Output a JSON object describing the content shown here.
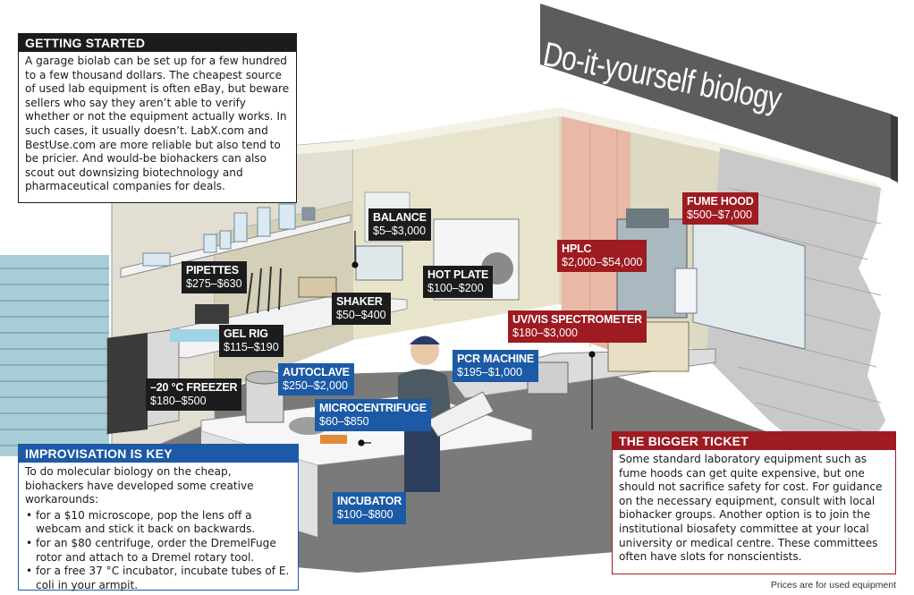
{
  "title": "Do-it-yourself biology",
  "getting_started": {
    "heading": "GETTING STARTED",
    "body": "A garage biolab can be set up for a few hundred to a few thousand dollars. The cheapest source of used lab equipment is often eBay, but beware sellers who say they aren’t able to verify whether or not the equipment actually works. In such cases, it usually doesn’t. LabX.com and BestUse.com are more reliable but also tend to be pricier. And would-be biohackers can also scout out downsizing biotechnology and pharmaceutical companies for deals."
  },
  "improvisation": {
    "heading": "IMPROVISATION IS KEY",
    "intro": "To do molecular biology on the cheap, biohackers have developed some creative workarounds:",
    "items": [
      "for a $10 microscope, pop the lens off a webcam and stick it back on backwards.",
      "for an $80 centrifuge, order the DremelFuge rotor and attach to a Dremel rotary tool.",
      "for a free 37 °C incubator, incubate tubes of E. coli in your armpit."
    ]
  },
  "bigger_ticket": {
    "heading": "THE BIGGER TICKET",
    "body": "Some standard laboratory equipment such as fume hoods can get quite expensive, but one should not sacrifice safety for cost. For guidance on the necessary equipment, consult with local biohacker groups. Another option is to join the institutional biosafety committee at your local university or medical centre. These committees often have slots for nonscientists."
  },
  "equipment": {
    "balance": {
      "name": "BALANCE",
      "price": "$5–$3,000"
    },
    "pipettes": {
      "name": "PIPETTES",
      "price": "$275–$630"
    },
    "shaker": {
      "name": "SHAKER",
      "price": "$50–$400"
    },
    "hot_plate": {
      "name": "HOT PLATE",
      "price": "$100–$200"
    },
    "gel_rig": {
      "name": "GEL RIG",
      "price": "$115–$190"
    },
    "freezer": {
      "name": "–20 °C FREEZER",
      "price": "$180–$500"
    },
    "autoclave": {
      "name": "AUTOCLAVE",
      "price": "$250–$2,000"
    },
    "microcentrifuge": {
      "name": "MICROCENTRIFUGE",
      "price": "$60–$850"
    },
    "pcr_machine": {
      "name": "PCR MACHINE",
      "price": "$195–$1,000"
    },
    "incubator": {
      "name": "INCUBATOR",
      "price": "$100–$800"
    },
    "fume_hood": {
      "name": "FUME HOOD",
      "price": "$500–$7,000"
    },
    "hplc": {
      "name": "HPLC",
      "price": "$2,000–$54,000"
    },
    "spectrometer": {
      "name": "UV/VIS SPECTROMETER",
      "price": "$180–$3,000"
    }
  },
  "colors": {
    "equipment_basic": "#1c1c1c",
    "equipment_blue": "#1c5aa6",
    "equipment_red": "#9e1b22"
  },
  "footnote": "Prices are for used equipment"
}
